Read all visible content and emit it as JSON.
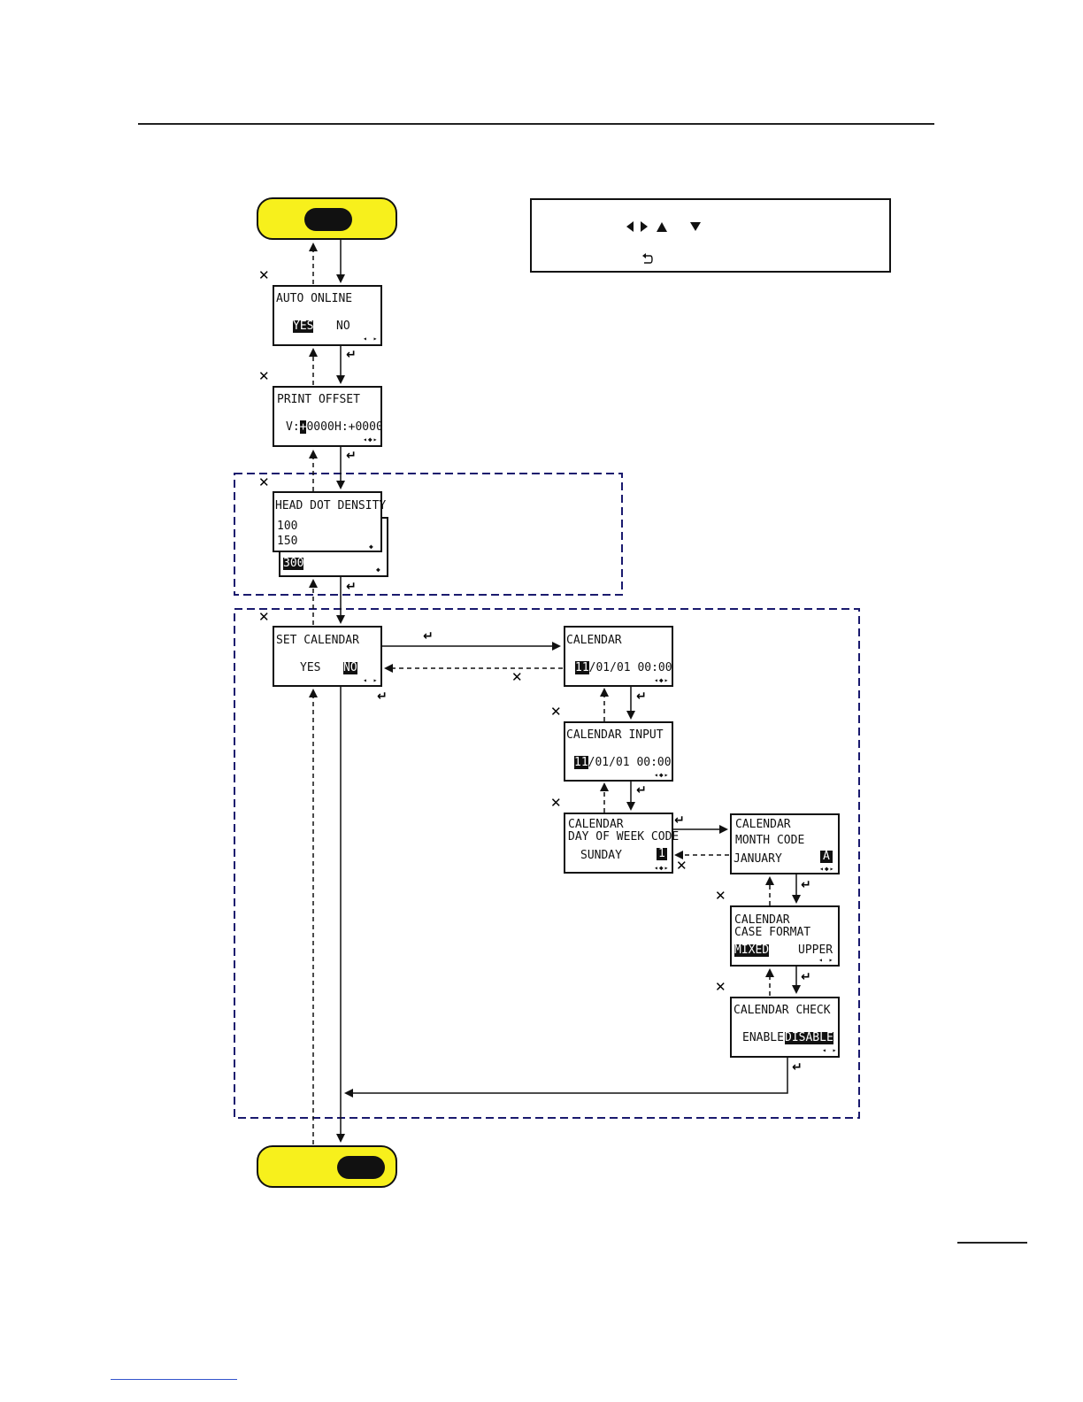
{
  "colors": {
    "pill": "#f7f01c",
    "frame": "#1a1a6e",
    "ink": "#111111"
  },
  "legend": {
    "arrows_icons": [
      "left-triangle-icon",
      "right-triangle-icon",
      "up-triangle-icon",
      "down-triangle-icon"
    ],
    "row2_icon": "return-icon"
  },
  "screens": {
    "auto_online": {
      "title": "AUTO ONLINE",
      "opt1": "YES",
      "opt2": "NO",
      "indicator": "◂ ▸"
    },
    "print_offset": {
      "title": "PRINT OFFSET",
      "v_label": "V:",
      "v_cursor": "+",
      "v_rest": "0000",
      "h_value": "H:+0000",
      "indicator": "◂◆▸"
    },
    "head_dot_density": {
      "title": "HEAD DOT DENSITY",
      "line1": "100",
      "line2": "150",
      "indicator": "◆",
      "back_value": "300",
      "back_indicator": "◆"
    },
    "set_calendar": {
      "title": "SET CALENDAR",
      "opt1": "YES",
      "opt2": "NO",
      "indicator": "◂ ▸"
    },
    "calendar": {
      "title": "CALENDAR",
      "cursor": "11",
      "rest": "/01/01 00:00",
      "indicator": "◂◆▸"
    },
    "calendar_input": {
      "title": "CALENDAR INPUT",
      "cursor": "11",
      "rest": "/01/01 00:00",
      "indicator": "◂◆▸"
    },
    "day_of_week": {
      "title1": "CALENDAR",
      "title2": "DAY OF WEEK CODE",
      "value": "SUNDAY",
      "code": "1",
      "indicator": "◂◆▸"
    },
    "month_code": {
      "title1": "CALENDAR",
      "title2": "MONTH CODE",
      "value": "JANUARY",
      "code": "A",
      "indicator": "◂◆▸"
    },
    "case_format": {
      "title1": "CALENDAR",
      "title2": "CASE FORMAT",
      "opt1": "MIXED",
      "opt2": "UPPER",
      "indicator": "◂ ▸"
    },
    "calendar_check": {
      "title": "CALENDAR CHECK",
      "opt1": "ENABLE",
      "opt2": "DISABLE",
      "indicator": "◂ ▸"
    }
  },
  "symbols": {
    "cancel": "✕",
    "enter": "↵"
  }
}
